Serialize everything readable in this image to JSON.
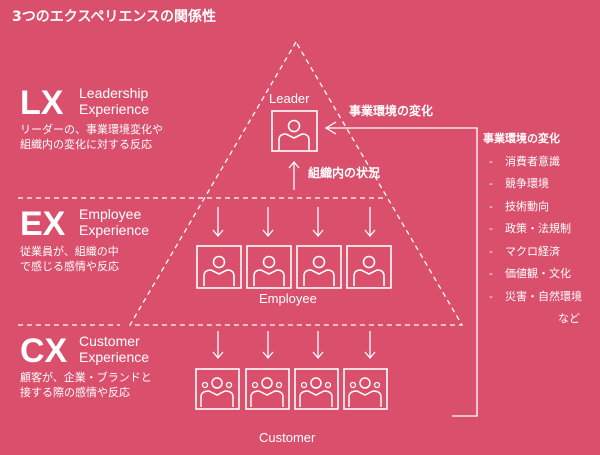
{
  "title": "3つのエクスペリエンスの関係性",
  "layers": [
    {
      "abbr": "LX",
      "name1": "Leadership",
      "name2": "Experience",
      "desc1": "リーダーの、事業環境変化や",
      "desc2": "組織内の変化に対する反応"
    },
    {
      "abbr": "EX",
      "name1": "Employee",
      "name2": "Experience",
      "desc1": "従業員が、組織の中",
      "desc2": "で感じる感情や反応"
    },
    {
      "abbr": "CX",
      "name1": "Customer",
      "name2": "Experience",
      "desc1": "顧客が、企業・ブランドと",
      "desc2": "接する際の感情や反応"
    }
  ],
  "labels": {
    "leader": "Leader",
    "employee": "Employee",
    "customer": "Customer",
    "env_change": "事業環境の変化",
    "org_status": "組織内の状況"
  },
  "env_list": {
    "heading": "事業環境の変化",
    "items": [
      "消費者意識",
      "競争環境",
      "技術動向",
      "政策・法規制",
      "マクロ経済",
      "価値観・文化",
      "災害・自然環境"
    ],
    "dash": "-",
    "footer": "など"
  }
}
